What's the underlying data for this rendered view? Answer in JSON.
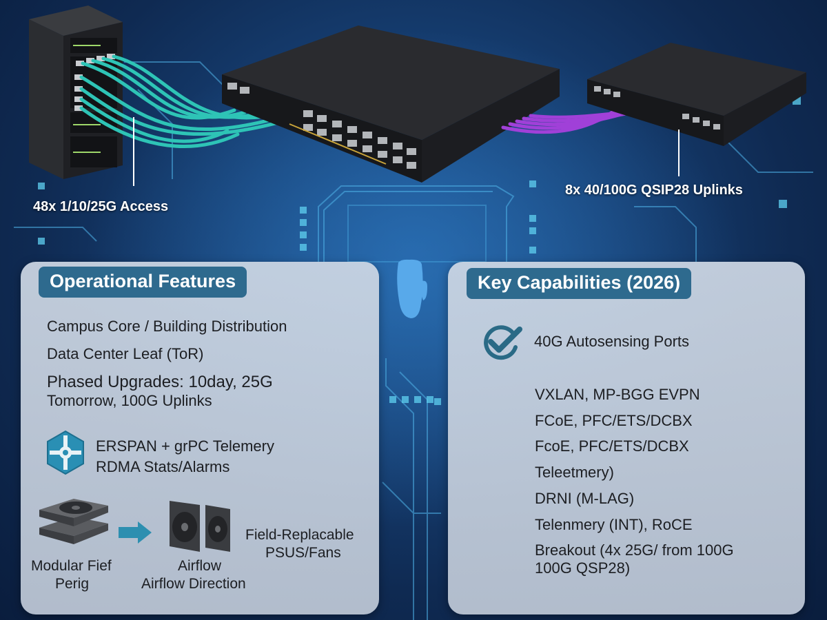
{
  "colors": {
    "background_dark": "#0a1d3d",
    "background_mid": "#1f5a9a",
    "circuit_trace": "#4fb3e8",
    "access_cable": "#2ec4b6",
    "uplink_cable": "#a040d8",
    "panel_bg": "#cdd7e4",
    "header_bg": "#2e6a8e",
    "icon_teal": "#2a7fa0",
    "text_dark": "#1c1e22"
  },
  "callouts": {
    "access": "48x 1/10/25G Access",
    "uplinks": "8x 40/100G QSIP28 Uplinks"
  },
  "operational_features": {
    "title": "Operational Features",
    "items": [
      "Campus Core / Building Distribution",
      "Data Center Leaf (ToR)"
    ],
    "phased_line1": "Phased Upgrades: 10day, 25G",
    "phased_line2": "Tomorrow, 100G Uplinks",
    "telemetry": {
      "icon": "telemetry-hex-icon",
      "line1": "ERSPAN + grPC Telemery",
      "line2": "RDMA Stats/Alarms"
    },
    "modular": {
      "icon": "stacked-fan-trays-icon",
      "line1": "Modular Fief",
      "line2": "Perig"
    },
    "arrow_icon": "right-arrow-icon",
    "airflow": {
      "icon": "fan-modules-icon",
      "line1": "Airflow",
      "line2": "Airflow Direction"
    },
    "field_replaceable": {
      "line1": "Field-Replacable",
      "line2": "PSUS/Fans"
    }
  },
  "key_capabilities": {
    "title": "Key Capabilities (2026)",
    "check_icon": "check-circle-icon",
    "highlight": "40G Autosensing Ports",
    "items": [
      "VXLAN, MP-BGG EVPN",
      "FCoE, PFC/ETS/DCBX",
      "FcoE, PFC/ETS/DCBX",
      "Teleetmery)",
      "DRNI (M-LAG)",
      "Telenmery (INT), RoCE"
    ],
    "breakout_line1": "Breakout (4x 25G/ from 100G",
    "breakout_line2": "100G QSP28)"
  }
}
